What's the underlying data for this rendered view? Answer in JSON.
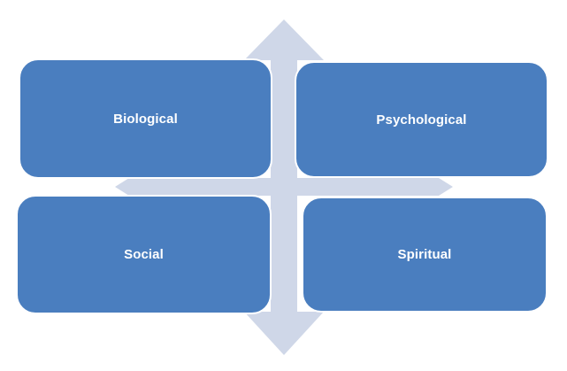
{
  "diagram": {
    "quadrants": [
      {
        "label": "Biological"
      },
      {
        "label": "Psychological"
      },
      {
        "label": "Social"
      },
      {
        "label": "Spiritual"
      }
    ],
    "colors": {
      "box_fill": "#4a7ebf",
      "box_text": "#ffffff",
      "arrow_fill": "#cfd7e8",
      "background": "#ffffff"
    }
  }
}
